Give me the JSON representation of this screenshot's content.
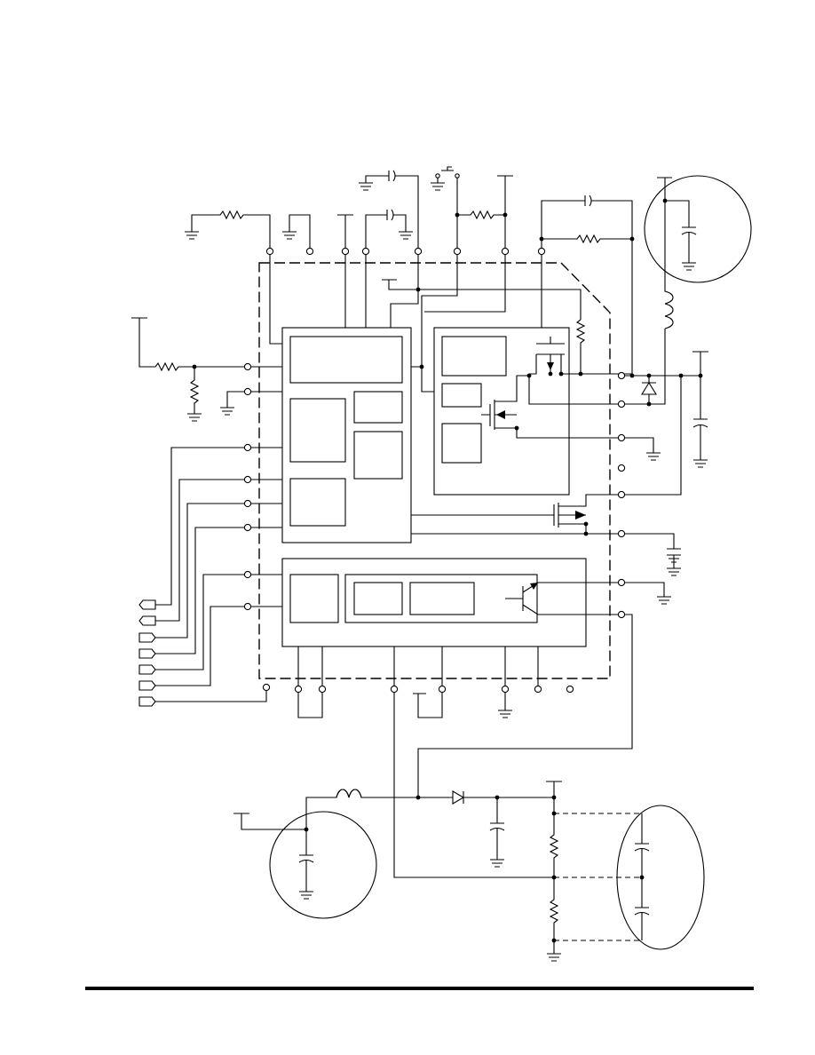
{
  "figure": {
    "kind": "circuit-schematic",
    "text_labels": [],
    "components": {
      "resistors": 8,
      "capacitors": 11,
      "inductors": 2,
      "diodes": 2,
      "mosfets": 3,
      "bipolar_transistors": 1,
      "push_button_switch": 1,
      "logic_io_arrows": 7
    },
    "highlight_regions": [
      "top-right-circle",
      "bottom-left-circle",
      "bottom-right-ellipse"
    ],
    "line_color": "#000000",
    "background_color": "#ffffff"
  }
}
